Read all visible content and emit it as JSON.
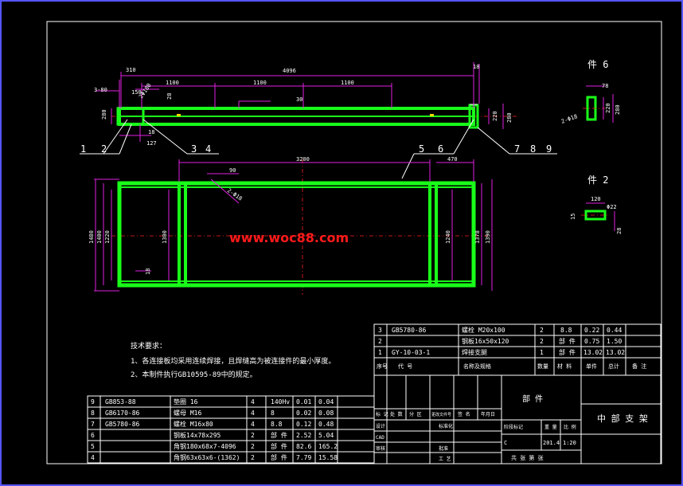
{
  "watermark": "www.woc88.com",
  "detail_views": {
    "part6_label": "件 6",
    "part2_label": "件 2",
    "part6_dims": [
      "78",
      "220",
      "280",
      "2-Φ18"
    ],
    "part2_dims": [
      "120",
      "Φ22",
      "28",
      "15"
    ]
  },
  "top_view": {
    "overall_length": "4096",
    "spacing": [
      "1100",
      "1100",
      "1100"
    ],
    "left_dims": [
      "310",
      "3-80",
      "2Φ180",
      "150",
      "28",
      "18",
      "127",
      "280"
    ],
    "right_dims": [
      "18",
      "220",
      "280"
    ],
    "mid_dim": "30"
  },
  "front_view": {
    "top_dim": "3200",
    "right_top": "470",
    "small_dims": [
      "90",
      "2-Φ18"
    ],
    "left_heights": [
      "1480",
      "1400",
      "1220",
      "1300"
    ],
    "right_heights": [
      "1240",
      "1378",
      "1390"
    ],
    "bottom_small": "18"
  },
  "balloons": {
    "left": [
      "1",
      "2",
      "3",
      "4"
    ],
    "right": [
      "5",
      "6",
      "7",
      "8",
      "9"
    ]
  },
  "tech_requirements": {
    "title": "技术要求：",
    "items": [
      "1、各连接板均采用连续焊接，且焊缝高为被连接件的最小厚度。",
      "2、本制件执行GB10595-89中的规定。"
    ]
  },
  "bom_upper": {
    "rows": [
      [
        "3",
        "GB5780-86",
        "螺栓 M20x100",
        "2",
        "8.8",
        "0.22",
        "0.44"
      ],
      [
        "2",
        "",
        "钢板16x50x120",
        "2",
        "部 件",
        "0.75",
        "1.50"
      ],
      [
        "1",
        "GY-10-03-1",
        "焊接支腿",
        "1",
        "部 件",
        "13.02",
        "13.02"
      ]
    ],
    "header": [
      "序号",
      "代    号",
      "名称及规格",
      "数量",
      "材 料",
      "单件",
      "总计",
      "备 注"
    ]
  },
  "bom_lower": {
    "rows": [
      [
        "9",
        "GB853-88",
        "垫圈 16",
        "4",
        "140Hv",
        "0.01",
        "0.04"
      ],
      [
        "8",
        "GB6170-86",
        "螺母 M16",
        "4",
        "8",
        "0.02",
        "0.08"
      ],
      [
        "7",
        "GB5780-86",
        "螺栓 M16x80",
        "4",
        "8.8",
        "0.12",
        "0.48"
      ],
      [
        "6",
        "",
        "钢板14x78x295",
        "2",
        "部 件",
        "2.52",
        "5.04"
      ],
      [
        "5",
        "",
        "角钢180x68x7-4096",
        "2",
        "部 件",
        "82.6",
        "165.2"
      ],
      [
        "4",
        "",
        "角钢63x63x6-(1362)",
        "2",
        "部 件",
        "7.79",
        "15.58"
      ]
    ]
  },
  "title_block": {
    "part_type": "部      件",
    "drawing_title": "中 部 支 架",
    "stage_label": "阶段标记",
    "weight_label": "重 量",
    "scale_label": "比 例",
    "stage_value": "C",
    "weight_value": "201.4",
    "scale_value": "1:20",
    "sheet_label": "共  张    第  张",
    "sign_cells": [
      "标 记",
      "处 数",
      "分 区",
      "更改文件号",
      "签 名",
      "年月日",
      "设计",
      "标准化",
      "CAD",
      "审核",
      "工 艺",
      "批准"
    ]
  }
}
